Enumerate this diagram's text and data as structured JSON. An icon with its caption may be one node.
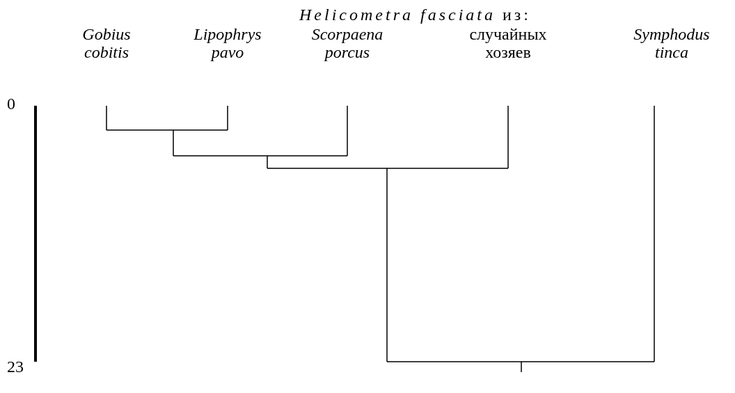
{
  "diagram": {
    "title": "*Helicometra fasciata* из:",
    "labels": [
      "Gobius cobitis",
      "Lipophrys pavo",
      "Scorpaena porcus",
      "случайных хозяев",
      "Symphodus tinca",
      "0",
      "23"
    ]
  }
}
